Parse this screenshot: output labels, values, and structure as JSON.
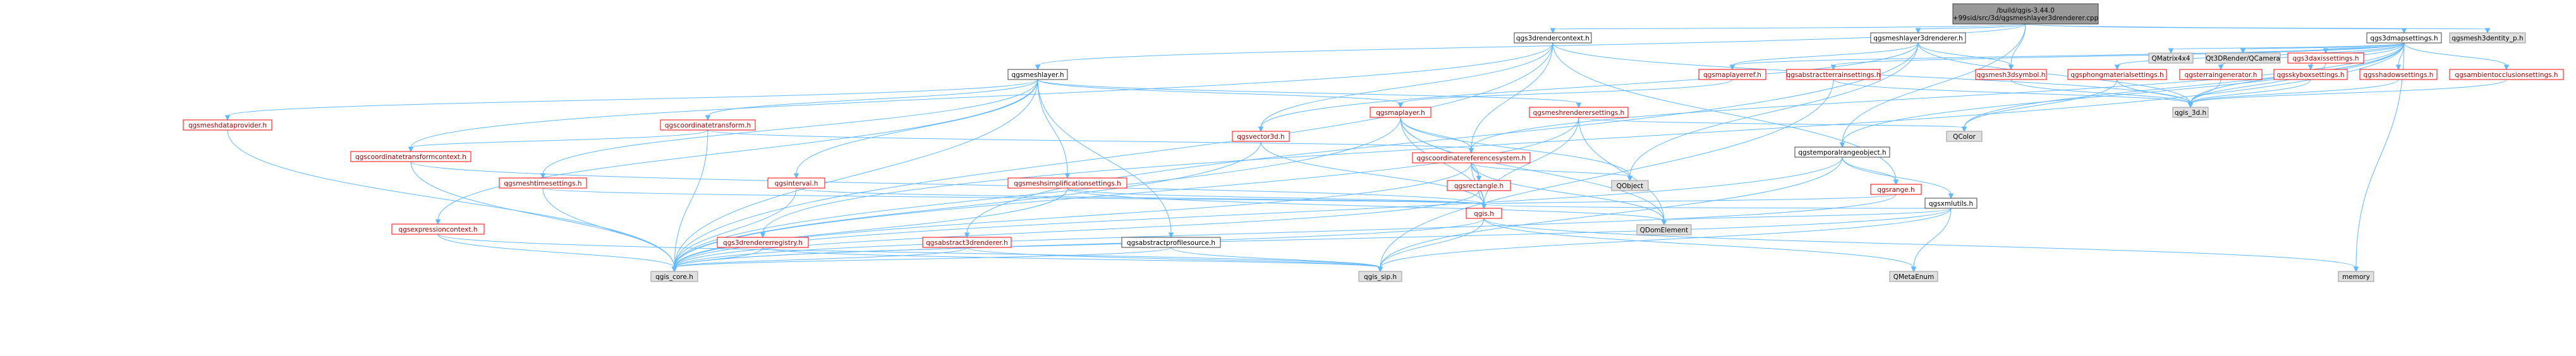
{
  "nodes": [
    {
      "id": "root",
      "label": "/build/qgis-3.44.0\n+99sid/src/3d/qgsmeshlayer3drenderer.cpp",
      "kind": "current"
    },
    {
      "id": "ctx",
      "label": "qgs3drendercontext.h",
      "kind": "normal"
    },
    {
      "id": "ml3dr",
      "label": "qgsmeshlayer3drenderer.h",
      "kind": "normal"
    },
    {
      "id": "mapset",
      "label": "qgs3dmapsettings.h",
      "kind": "normal"
    },
    {
      "id": "ident",
      "label": "qgsmesh3dentity_p.h",
      "kind": "ext"
    },
    {
      "id": "meshlayer",
      "label": "qgsmeshlayer.h",
      "kind": "normal"
    },
    {
      "id": "maplayerref",
      "label": "qgsmaplayerref.h",
      "kind": "red"
    },
    {
      "id": "abstractterrain",
      "label": "qgsabstractterrainsettings.h",
      "kind": "red"
    },
    {
      "id": "mesh3dsym",
      "label": "qgsmesh3dsymbol.h",
      "kind": "red"
    },
    {
      "id": "phong",
      "label": "qgsphongmaterialsettings.h",
      "kind": "red"
    },
    {
      "id": "terraingen",
      "label": "qgsterraingenerator.h",
      "kind": "red"
    },
    {
      "id": "skybox",
      "label": "qgsskyboxsettings.h",
      "kind": "red"
    },
    {
      "id": "shadow",
      "label": "qgsshadowsettings.h",
      "kind": "red"
    },
    {
      "id": "ambient",
      "label": "qgsambientocclusionsettings.h",
      "kind": "red"
    },
    {
      "id": "qmatrix",
      "label": "QMatrix4x4",
      "kind": "ext"
    },
    {
      "id": "qt3dcam",
      "label": "Qt3DRender/QCamera",
      "kind": "ext"
    },
    {
      "id": "axis",
      "label": "qgs3daxissettings.h",
      "kind": "red"
    },
    {
      "id": "meshdp",
      "label": "qgsmeshdataprovider.h",
      "kind": "red"
    },
    {
      "id": "coordtr",
      "label": "qgscoordinatetransform.h",
      "kind": "red"
    },
    {
      "id": "maplayer",
      "label": "qgsmaplayer.h",
      "kind": "red"
    },
    {
      "id": "meshrender",
      "label": "qgsmeshrenderersettings.h",
      "kind": "red"
    },
    {
      "id": "vector3d",
      "label": "qgsvector3d.h",
      "kind": "red"
    },
    {
      "id": "coordtrctx",
      "label": "qgscoordinatetransformcontext.h",
      "kind": "red"
    },
    {
      "id": "crs",
      "label": "qgscoordinatereferencesystem.h",
      "kind": "red"
    },
    {
      "id": "temporal",
      "label": "qgstemporalrangeobject.h",
      "kind": "normal"
    },
    {
      "id": "qgis3d",
      "label": "qgis_3d.h",
      "kind": "ext"
    },
    {
      "id": "qcolor",
      "label": "QColor",
      "kind": "ext"
    },
    {
      "id": "meshtime",
      "label": "qgsmeshtimesettings.h",
      "kind": "red"
    },
    {
      "id": "interval",
      "label": "qgsinterval.h",
      "kind": "red"
    },
    {
      "id": "meshsimp",
      "label": "qgsmeshsimplificationsettings.h",
      "kind": "red"
    },
    {
      "id": "rectangle",
      "label": "qgsrectangle.h",
      "kind": "red"
    },
    {
      "id": "qobject",
      "label": "QObject",
      "kind": "ext"
    },
    {
      "id": "range",
      "label": "qgsrange.h",
      "kind": "red"
    },
    {
      "id": "xmlutils",
      "label": "qgsxmlutils.h",
      "kind": "normal"
    },
    {
      "id": "exprctx",
      "label": "qgsexpressioncontext.h",
      "kind": "red"
    },
    {
      "id": "rendreg",
      "label": "qgs3drendererregistry.h",
      "kind": "red"
    },
    {
      "id": "abs3dr",
      "label": "qgsabstract3drenderer.h",
      "kind": "red"
    },
    {
      "id": "profsrc",
      "label": "qgsabstractprofilesource.h",
      "kind": "normal"
    },
    {
      "id": "qgis",
      "label": "qgis.h",
      "kind": "red"
    },
    {
      "id": "qdom",
      "label": "QDomElement",
      "kind": "ext"
    },
    {
      "id": "qgscore",
      "label": "qgis_core.h",
      "kind": "ext"
    },
    {
      "id": "qgissip",
      "label": "qgis_sip.h",
      "kind": "ext"
    },
    {
      "id": "qmeta",
      "label": "QMetaEnum",
      "kind": "ext"
    },
    {
      "id": "memory",
      "label": "memory",
      "kind": "ext"
    }
  ]
}
